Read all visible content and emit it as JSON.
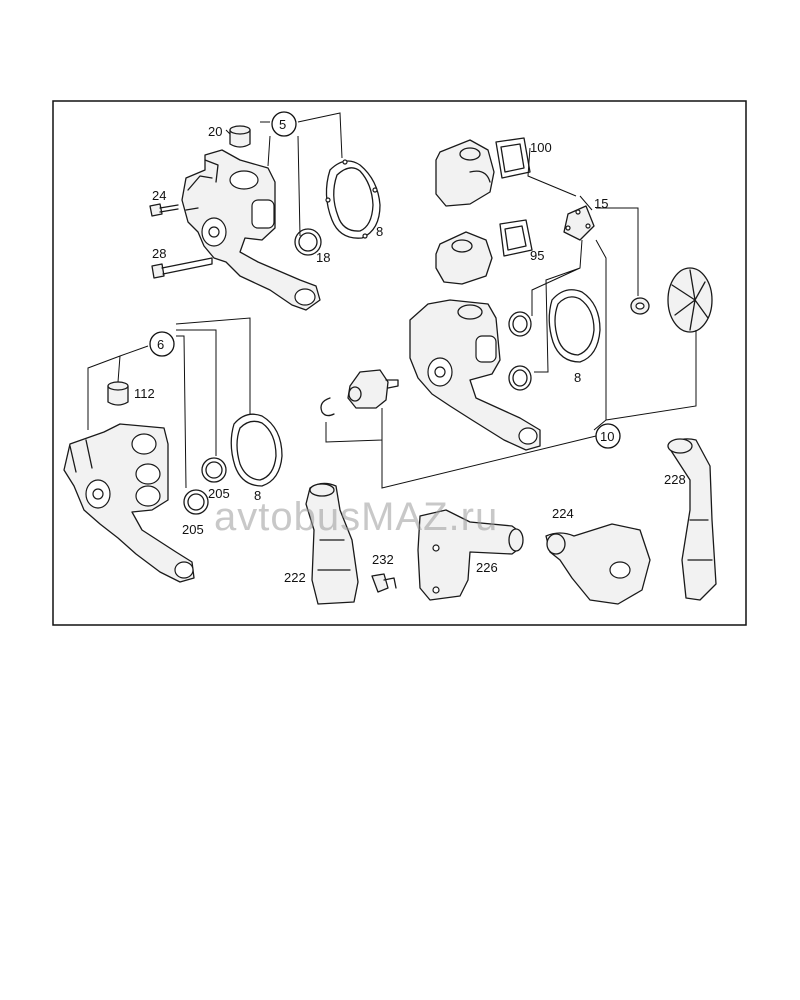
{
  "callouts": {
    "c20": "20",
    "c5": "5",
    "c24": "24",
    "c28": "28",
    "c18": "18",
    "c8a": "8",
    "c100": "100",
    "c15": "15",
    "c95": "95",
    "c8b": "8",
    "c6": "6",
    "c112": "112",
    "c205a": "205",
    "c205b": "205",
    "c8c": "8",
    "c10": "10",
    "c228": "228",
    "c224": "224",
    "c232": "232",
    "c222": "222",
    "c226": "226"
  },
  "watermark": {
    "text": "avtobusMAZ.ru"
  },
  "colors": {
    "line": "#1a1a1a",
    "watermark": "#9a9a9a",
    "background": "#ffffff"
  }
}
